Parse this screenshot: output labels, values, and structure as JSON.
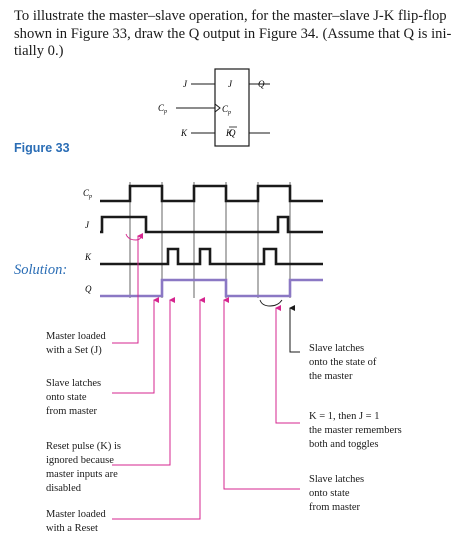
{
  "problem": {
    "lines": [
      "To illustrate the master–slave operation, for the master–slave J-K flip-flop",
      "shown in Figure 33, draw the Q output in Figure 34. (Assume that Q is ini-",
      "tially 0.)"
    ]
  },
  "flipflop": {
    "inputs": [
      "J",
      "C",
      "K"
    ],
    "cp_sub": "p",
    "outputs": [
      "Q",
      "Q"
    ]
  },
  "figure_label": "Figure 33",
  "solution_label": "Solution:",
  "signals": {
    "cp": {
      "name": "C",
      "sub": "p"
    },
    "j": {
      "name": "J"
    },
    "k": {
      "name": "K"
    },
    "q": {
      "name": "Q"
    }
  },
  "annotations": {
    "master_set": [
      "Master loaded",
      "with a Set (J)"
    ],
    "slave_latches_1": [
      "Slave latches",
      "onto state",
      "from master"
    ],
    "reset_ignored": [
      "Reset pulse (K) is",
      "ignored because",
      "master inputs are",
      "disabled"
    ],
    "master_reset": [
      "Master loaded",
      "with a Reset"
    ],
    "slave_latches_right": [
      "Slave latches",
      "onto the state of",
      "the master"
    ],
    "k_j_toggle": [
      "K = 1, then J = 1",
      "the master remembers",
      "both and toggles"
    ],
    "slave_latches_2": [
      "Slave latches",
      "onto state",
      "from master"
    ]
  },
  "colors": {
    "accent": "#2a6db5",
    "arrow": "#d6268f",
    "q_trace": "#8b78c4",
    "ink": "#1a1a1a",
    "guide": "#555555"
  }
}
